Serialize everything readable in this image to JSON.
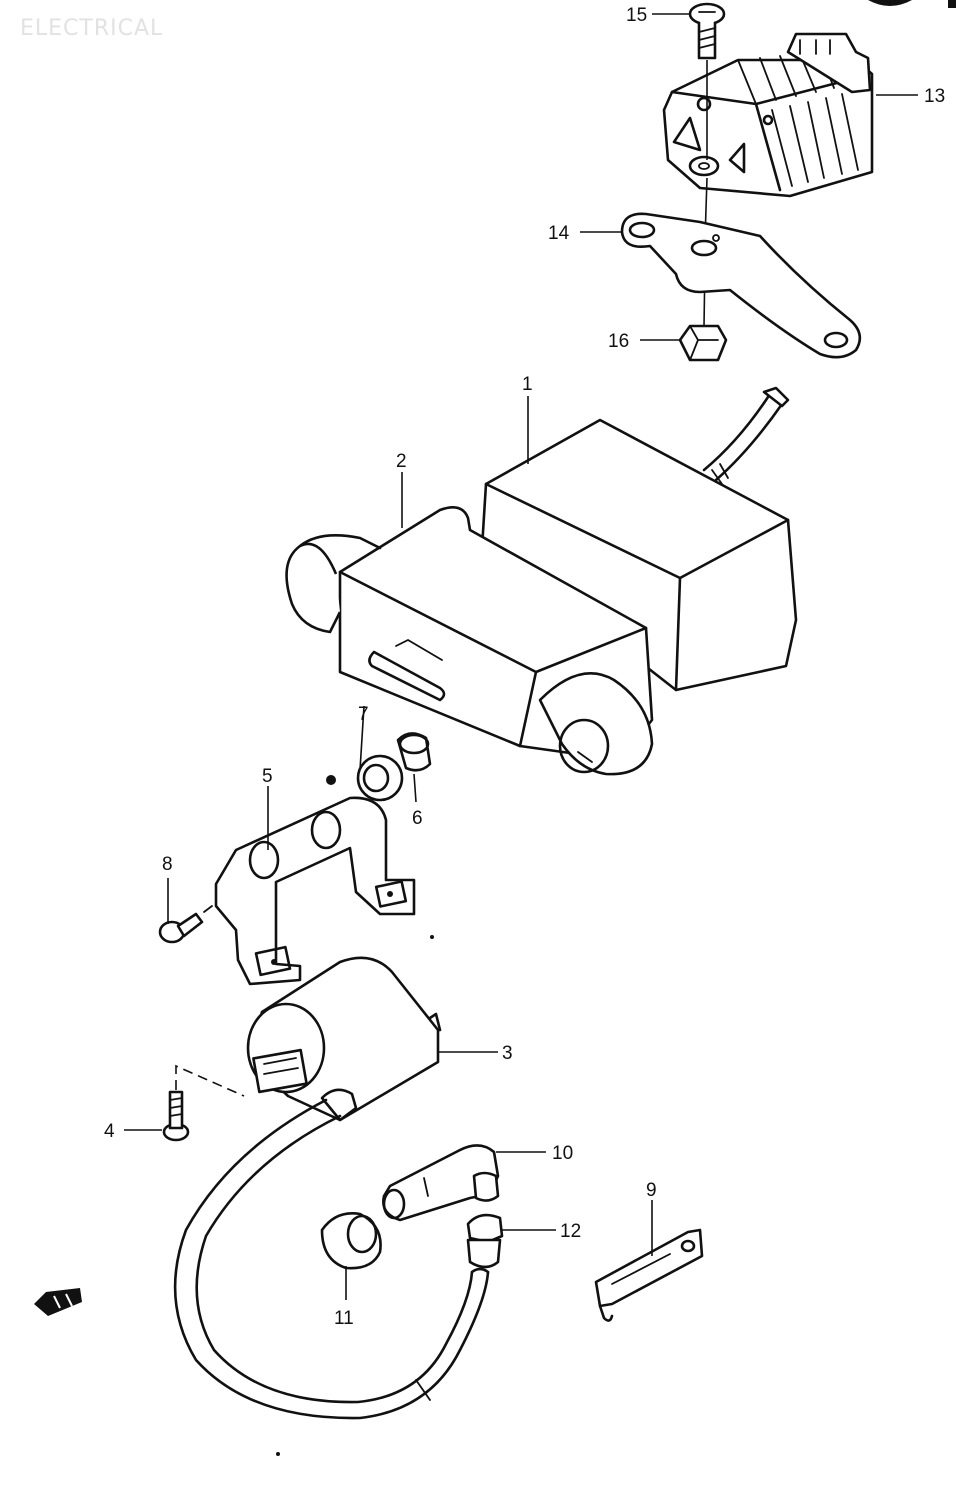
{
  "header": {
    "section_title": "ELECTRICAL"
  },
  "callouts": [
    {
      "id": "callout-1",
      "label": "1"
    },
    {
      "id": "callout-2",
      "label": "2"
    },
    {
      "id": "callout-3",
      "label": "3"
    },
    {
      "id": "callout-4",
      "label": "4"
    },
    {
      "id": "callout-5",
      "label": "5"
    },
    {
      "id": "callout-6",
      "label": "6"
    },
    {
      "id": "callout-7",
      "label": "7"
    },
    {
      "id": "callout-8",
      "label": "8"
    },
    {
      "id": "callout-9",
      "label": "9"
    },
    {
      "id": "callout-10",
      "label": "10"
    },
    {
      "id": "callout-11",
      "label": "11"
    },
    {
      "id": "callout-12",
      "label": "12"
    },
    {
      "id": "callout-13",
      "label": "13"
    },
    {
      "id": "callout-14",
      "label": "14"
    },
    {
      "id": "callout-15",
      "label": "15"
    },
    {
      "id": "callout-16",
      "label": "16"
    }
  ],
  "colors": {
    "line": "#111111",
    "background": "#ffffff",
    "watermark": "#e2e2e2"
  }
}
